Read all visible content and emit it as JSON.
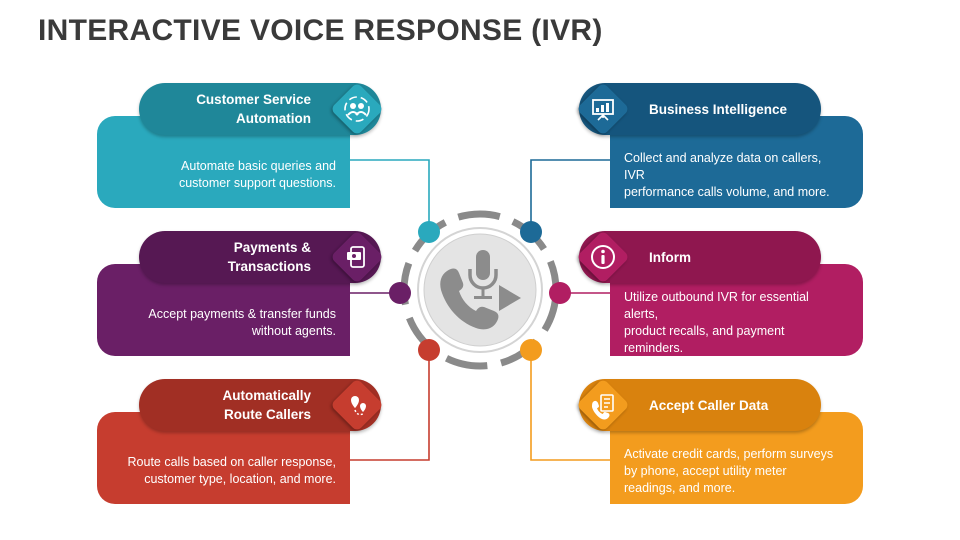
{
  "title": "INTERACTIVE VOICE RESPONSE (IVR)",
  "colors": {
    "teal": "#2aa9bd",
    "teal_dark": "#1f8799",
    "blue": "#1d6a97",
    "blue_dark": "#15557d",
    "purple": "#6a1f66",
    "purple_dark": "#561853",
    "magenta": "#b11e62",
    "magenta_dark": "#8f174f",
    "red": "#c63d2f",
    "red_dark": "#a12f24",
    "orange": "#f39c1e",
    "orange_dark": "#d9820e",
    "hub_ring": "#8a8a8a",
    "hub_fill": "#e4e4e4",
    "hub_icon": "#8c8c8c"
  },
  "cards": {
    "customer_service": {
      "title": "Customer Service\nAutomation",
      "body": "Automate basic queries and\ncustomer support questions.",
      "icon": "support-agents-icon"
    },
    "payments": {
      "title": "Payments &\nTransactions",
      "body": "Accept payments & transfer funds\nwithout agents.",
      "icon": "mobile-payment-icon"
    },
    "route_callers": {
      "title": "Automatically\nRoute Callers",
      "body": "Route calls based on caller response,\ncustomer type, location, and more.",
      "icon": "route-pins-icon"
    },
    "business_intelligence": {
      "title": "Business Intelligence",
      "body": "Collect and analyze data on callers, IVR\nperformance calls volume, and more.",
      "icon": "presentation-chart-icon"
    },
    "inform": {
      "title": "Inform",
      "body": "Utilize outbound IVR for essential alerts,\nproduct recalls, and payment reminders.",
      "icon": "info-icon"
    },
    "caller_data": {
      "title": "Accept Caller Data",
      "body": "Activate credit cards, perform surveys\nby phone, accept utility meter\nreadings, and more.",
      "icon": "phone-document-icon"
    }
  },
  "hub": {
    "icon": "phone-microphone-play-icon"
  }
}
